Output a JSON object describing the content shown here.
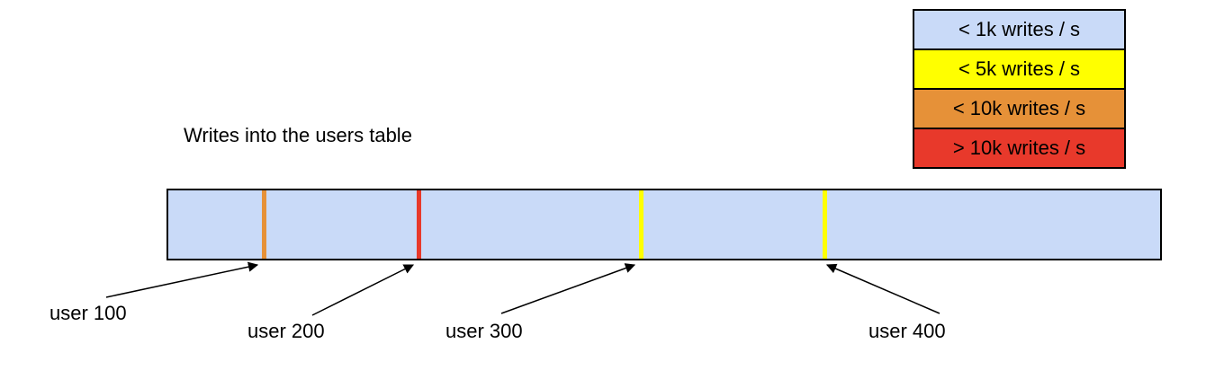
{
  "title": "Writes into the users table",
  "legend": {
    "border_color": "#000000",
    "items": [
      {
        "label": "< 1k writes / s",
        "color": "#c9daf8"
      },
      {
        "label": "< 5k writes / s",
        "color": "#ffff00"
      },
      {
        "label": "< 10k writes / s",
        "color": "#e69138"
      },
      {
        "label": "> 10k writes / s",
        "color": "#e8392b"
      }
    ]
  },
  "bar": {
    "fill": "#c9daf8",
    "border_color": "#000000",
    "stripes": [
      {
        "user": "user 100",
        "color": "#e69138",
        "position_pct": 9.4,
        "rate_bucket": "< 10k writes / s"
      },
      {
        "user": "user 200",
        "color": "#e8392b",
        "position_pct": 25.0,
        "rate_bucket": "> 10k writes / s"
      },
      {
        "user": "user 300",
        "color": "#ffff00",
        "position_pct": 47.5,
        "rate_bucket": "< 5k writes / s"
      },
      {
        "user": "user 400",
        "color": "#ffff00",
        "position_pct": 66.0,
        "rate_bucket": "< 5k writes / s"
      }
    ]
  },
  "annotations": [
    {
      "label": "user 100"
    },
    {
      "label": "user 200"
    },
    {
      "label": "user 300"
    },
    {
      "label": "user 400"
    }
  ]
}
